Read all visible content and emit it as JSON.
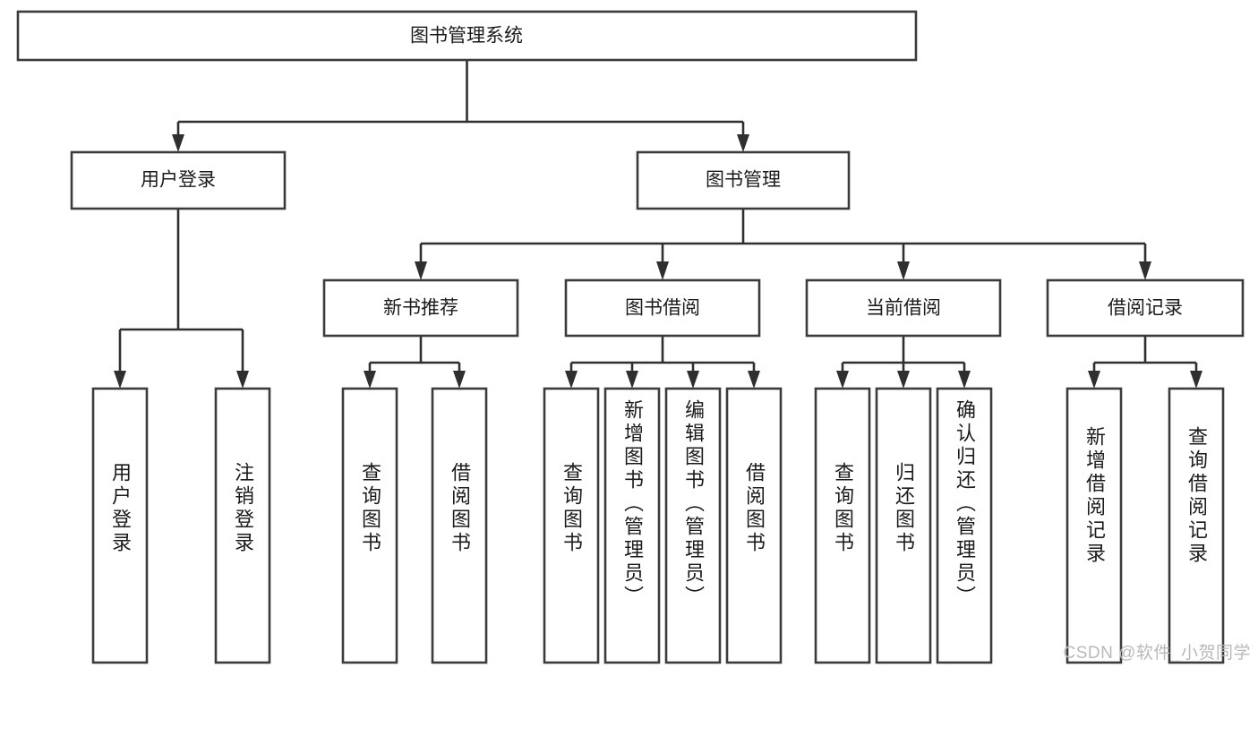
{
  "diagram": {
    "title": "图书管理系统",
    "type": "hierarchy-tree",
    "watermark": "CSDN @软件_小贺同学",
    "colors": {
      "box_stroke": "#3b3b3b",
      "box_fill": "#ffffff",
      "connector": "#2f2f2f",
      "text": "#1b1b1b",
      "watermark": "#b9b9b9",
      "background": "#ffffff"
    },
    "levels": {
      "root": {
        "label": "图书管理系统"
      },
      "level2": [
        {
          "label": "用户登录"
        },
        {
          "label": "图书管理"
        }
      ],
      "level3": [
        {
          "label": "新书推荐"
        },
        {
          "label": "图书借阅"
        },
        {
          "label": "当前借阅"
        },
        {
          "label": "借阅记录"
        }
      ],
      "leaves": {
        "user_login": [
          {
            "label": "用户登录"
          },
          {
            "label": "注销登录"
          }
        ],
        "new_book_recommend": [
          {
            "label": "查询图书"
          },
          {
            "label": "借阅图书"
          }
        ],
        "book_borrow": [
          {
            "label": "查询图书"
          },
          {
            "label": "新增图书（管理员）"
          },
          {
            "label": "编辑图书（管理员）"
          },
          {
            "label": "借阅图书"
          }
        ],
        "current_borrow": [
          {
            "label": "查询图书"
          },
          {
            "label": "归还图书"
          },
          {
            "label": "确认归还（管理员）"
          }
        ],
        "borrow_record": [
          {
            "label": "新增借阅记录"
          },
          {
            "label": "查询借阅记录"
          }
        ]
      }
    }
  }
}
